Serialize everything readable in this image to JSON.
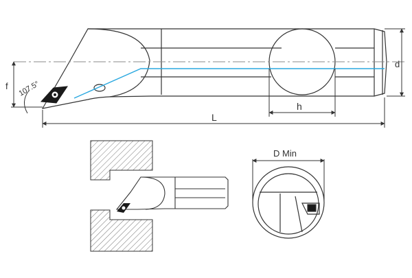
{
  "labels": {
    "f": "f",
    "angle": "107.5°",
    "L": "L",
    "h": "h",
    "d": "d",
    "d_min": "D Min"
  },
  "colors": {
    "line": "#333333",
    "centerline": "#888888",
    "coolant": "#2aa8e0",
    "hatch": "#777777",
    "background": "#ffffff"
  }
}
